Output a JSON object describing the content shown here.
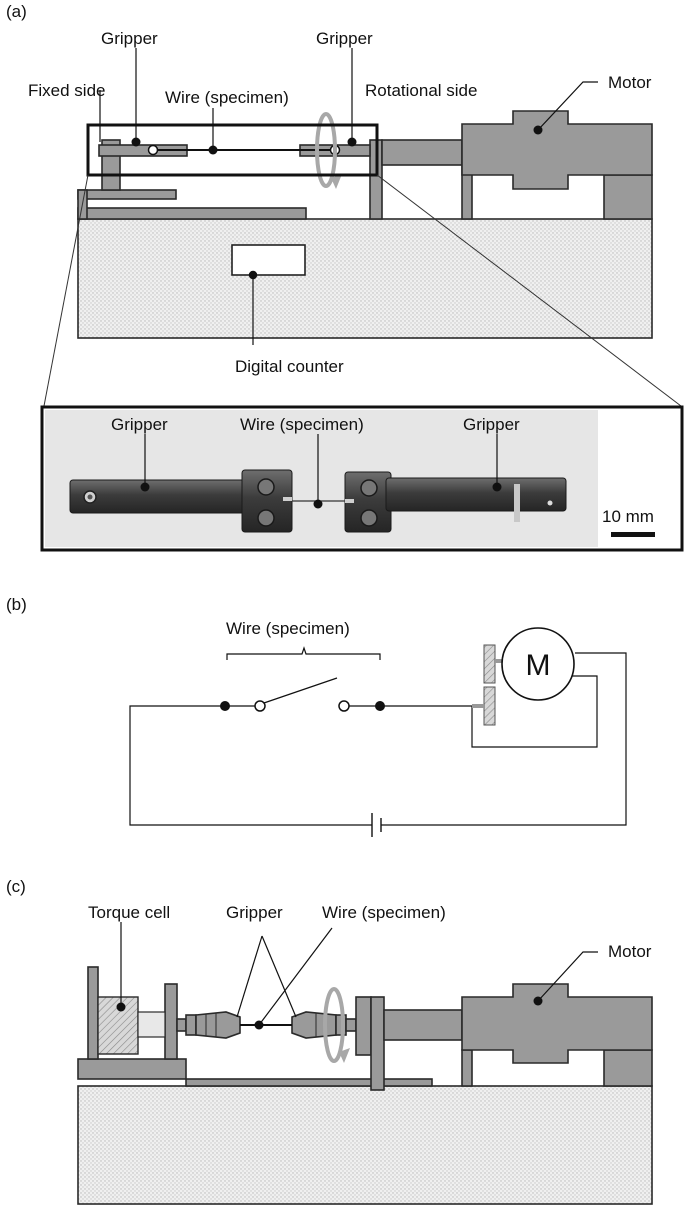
{
  "panels": {
    "a": {
      "label": "(a)",
      "gripper_left": "Gripper",
      "gripper_right": "Gripper",
      "fixed_side": "Fixed side",
      "wire": "Wire (specimen)",
      "rotational_side": "Rotational side",
      "motor": "Motor",
      "digital_counter": "Digital counter",
      "photo": {
        "gripper_left": "Gripper",
        "wire": "Wire (specimen)",
        "gripper_right": "Gripper",
        "scale": "10 mm"
      }
    },
    "b": {
      "label": "(b)",
      "wire": "Wire (specimen)",
      "motor_symbol": "M"
    },
    "c": {
      "label": "(c)",
      "torque_cell": "Torque cell",
      "gripper": "Gripper",
      "wire": "Wire (specimen)",
      "motor": "Motor"
    }
  }
}
